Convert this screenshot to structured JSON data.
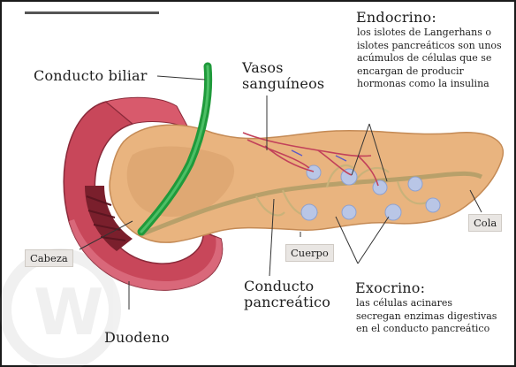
{
  "labels": {
    "conducto_biliar": "Conducto biliar",
    "vasos": [
      "Vasos",
      "sanguíneos"
    ],
    "endocrino_title": "Endocrino:",
    "endocrino_text": "los islotes de Langerhans o islotes pancreáticos son unos acúmulos de células que se encargan de producir hormonas como la insulina",
    "cabeza": "Cabeza",
    "cuerpo": "Cuerpo",
    "cola": "Cola",
    "conducto_pancreatico": [
      "Conducto",
      "pancreático"
    ],
    "exocrino_title": "Exocrino:",
    "exocrino_text": "las células acinares secregan enzimas digestivas en el conducto pancreático",
    "duodeno": "Duodeno"
  },
  "colors": {
    "duodenum": "#c8475a",
    "pancreas": "#e9b47f",
    "bile_duct": "#1f9a3b",
    "islets": "#b9c6e6",
    "vessels": "#c2415a"
  }
}
